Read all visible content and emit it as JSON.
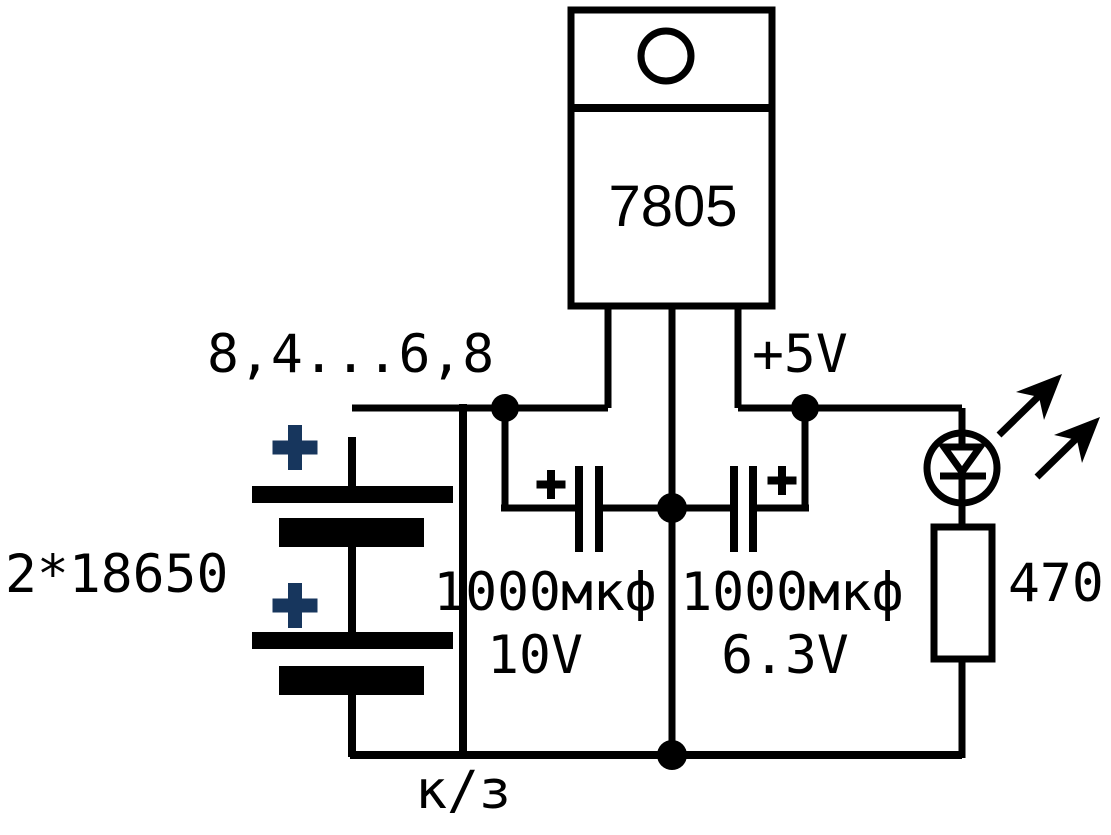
{
  "schematic": {
    "regulator": {
      "label": "7805"
    },
    "labels": {
      "input_voltage": "8,4...6,8",
      "output_voltage": "+5V",
      "battery": "2*18650",
      "ground": "к/з"
    },
    "capacitor_input": {
      "value": "1000мкф",
      "voltage": "10V",
      "polarity": "+"
    },
    "capacitor_output": {
      "value": "1000мкф",
      "voltage": "6.3V",
      "polarity": "+"
    },
    "resistor": {
      "value": "470"
    },
    "battery_cells": {
      "count": 2,
      "polarity_marks": [
        "+",
        "+"
      ]
    },
    "colors": {
      "line": "#000000",
      "battery_plus": "#17365d",
      "background": "#ffffff"
    }
  }
}
